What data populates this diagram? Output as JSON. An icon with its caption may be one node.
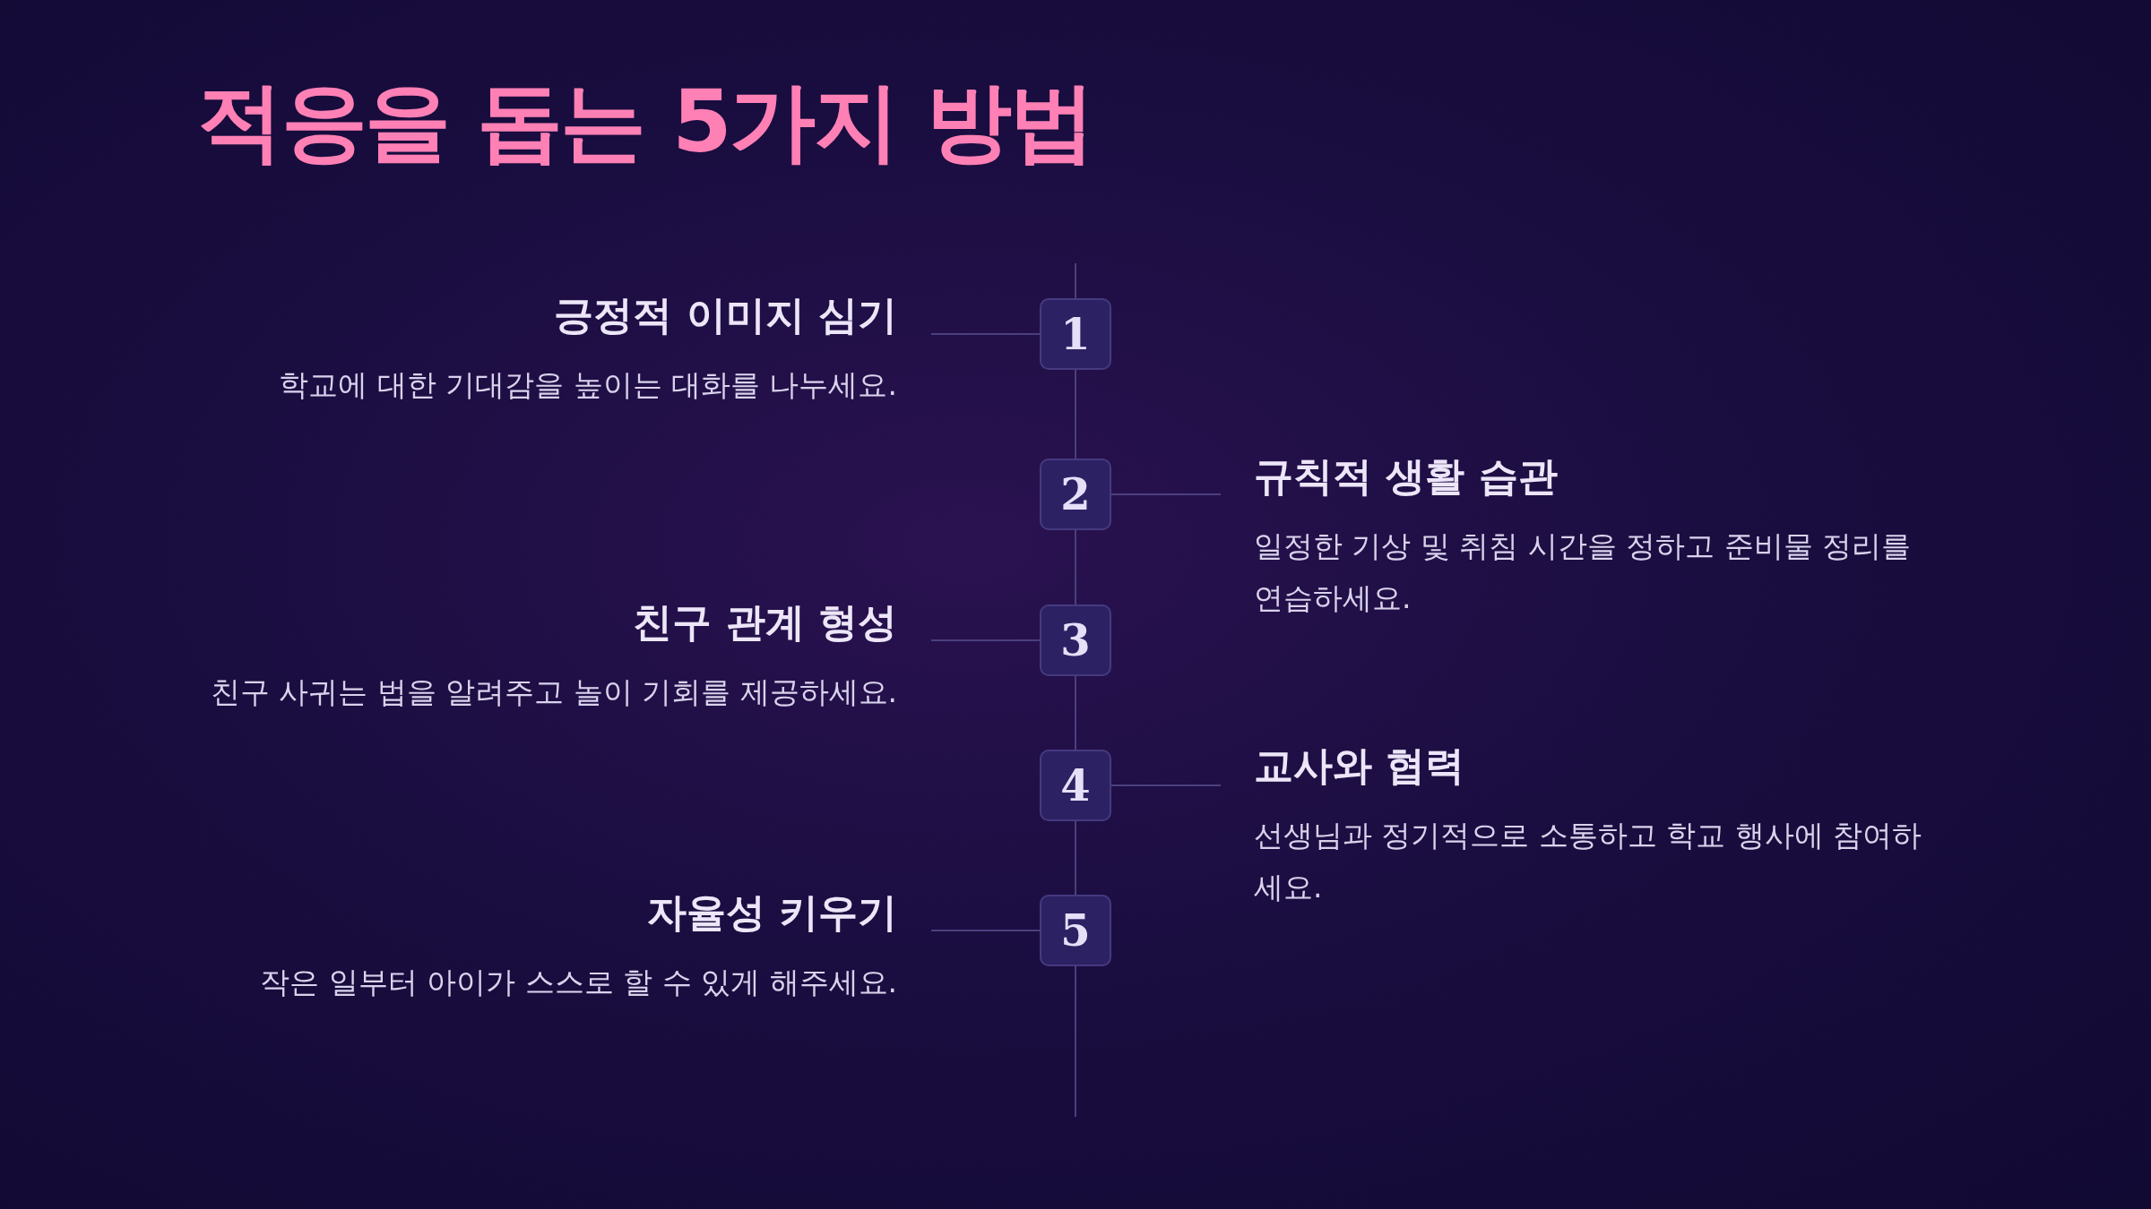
{
  "diagram": {
    "title": "적응을 돕는 5가지 방법",
    "nodes": [
      {
        "text": [
          "1"
        ]
      },
      {
        "text": [
          "긍정적 이미지 심기",
          "학교에 대한 기대감을 높이는 대화를 나누세요."
        ]
      },
      {
        "text": [
          "2"
        ]
      },
      {
        "text": [
          "규칙적 생활 습관",
          "일정한 기상 및 취침 시간을 정하고 준비물 정리를 연습하세요."
        ]
      },
      {
        "text": [
          "3"
        ]
      },
      {
        "text": [
          "친구 관계 형성",
          "친구 사귀는 법을 알려주고 놀이 기회를 제공하세요."
        ]
      },
      {
        "text": [
          "4"
        ]
      },
      {
        "text": [
          "교사와 협력",
          "선생님과 정기적으로 소통하고 학교 행사에 참여하세요."
        ]
      },
      {
        "text": [
          "5"
        ]
      },
      {
        "text": [
          "자율성 키우기",
          "작은 일부터 아이가 스스로 할 수 있게 해주세요."
        ]
      }
    ],
    "edges": [
      {
        "from": 0,
        "to": 1,
        "arrow": "none"
      },
      {
        "from": 2,
        "to": 3,
        "arrow": "none"
      },
      {
        "from": 4,
        "to": 5,
        "arrow": "none"
      },
      {
        "from": 6,
        "to": 7,
        "arrow": "none"
      },
      {
        "from": 8,
        "to": 9,
        "arrow": "none"
      },
      {
        "from": 0,
        "to": 2,
        "arrow": "none"
      },
      {
        "from": 2,
        "to": 4,
        "arrow": "none"
      },
      {
        "from": 4,
        "to": 6,
        "arrow": "none"
      },
      {
        "from": 6,
        "to": 8,
        "arrow": "none"
      }
    ]
  }
}
